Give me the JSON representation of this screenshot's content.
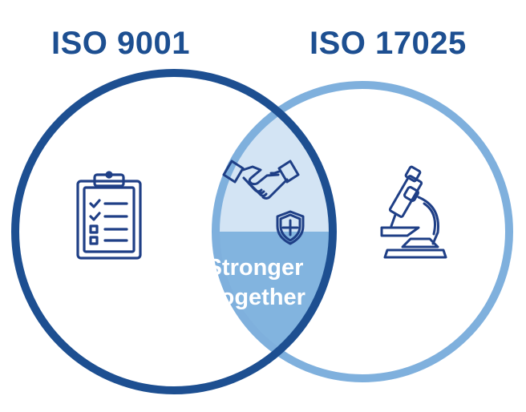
{
  "diagram": {
    "left_title": "ISO 9001",
    "right_title": "ISO 17025",
    "center_line1": "Stronger",
    "center_line2": "Together"
  },
  "icons": {
    "left": "clipboard-checklist-icon",
    "center_top": "handshake-icon",
    "center_mid": "shield-cross-icon",
    "right": "microscope-icon"
  },
  "colors": {
    "primary": "#1d4f91",
    "secondary": "#7fb0dd",
    "overlap_top": "#d3e4f4",
    "overlap_bottom": "#82b4df",
    "icon": "#1f3f86",
    "center_text": "#ffffff"
  }
}
